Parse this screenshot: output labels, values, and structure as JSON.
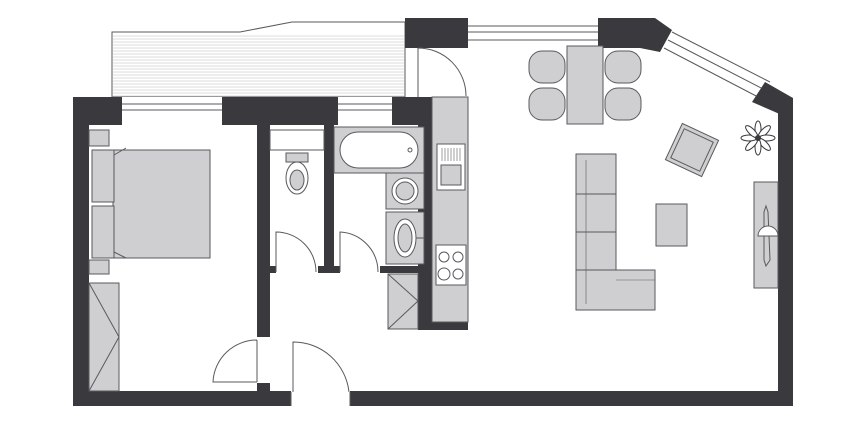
{
  "plan": {
    "type": "apartment-floor-plan",
    "rooms": [
      "bedroom",
      "toilet",
      "bathroom",
      "hallway",
      "kitchen",
      "living-room",
      "balcony"
    ],
    "colors": {
      "wall": "#3a3a3e",
      "fixture_fill": "#cfcfd1",
      "stroke": "#5a5a5e",
      "background": "#ffffff"
    }
  }
}
